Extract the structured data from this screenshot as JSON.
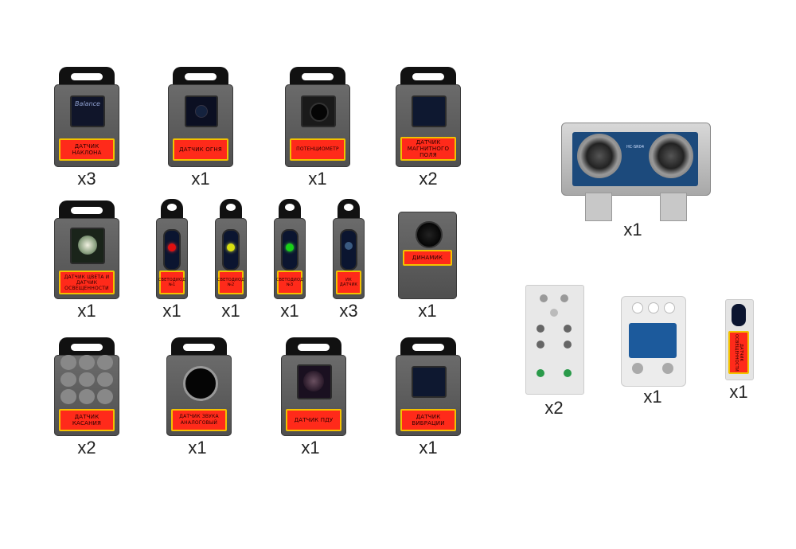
{
  "items": [
    {
      "id": "tilt",
      "label": "Датчик наклона",
      "qty": "x3",
      "window_text": "Balance"
    },
    {
      "id": "fire",
      "label": "Датчик огня",
      "qty": "x1"
    },
    {
      "id": "pot",
      "label": "Потенциометр",
      "qty": "x1"
    },
    {
      "id": "mag",
      "label": "Датчик магнитного поля",
      "qty": "x2"
    },
    {
      "id": "color",
      "label": "Датчик цвета и датчик освещенности",
      "qty": "x1"
    },
    {
      "id": "led1",
      "label": "Светодиод №1",
      "qty": "x1",
      "led_color": "#e01010"
    },
    {
      "id": "led2",
      "label": "Светодиод №2",
      "qty": "x1",
      "led_color": "#d8e010"
    },
    {
      "id": "led3",
      "label": "Светодиод №3",
      "qty": "x1",
      "led_color": "#18d018"
    },
    {
      "id": "ir",
      "label": "ИК датчик",
      "qty": "x3"
    },
    {
      "id": "speaker",
      "label": "Динамик",
      "qty": "x1"
    },
    {
      "id": "touch",
      "label": "Датчик касания",
      "qty": "x2"
    },
    {
      "id": "sound",
      "label": "Датчик звука аналоговый",
      "qty": "x1"
    },
    {
      "id": "ir2",
      "label": "Датчик ПДУ",
      "qty": "x1"
    },
    {
      "id": "vib",
      "label": "Датчик вибрации",
      "qty": "x1"
    },
    {
      "id": "ultra",
      "label": "",
      "qty": "x1",
      "board_text": "HC-SR04"
    },
    {
      "id": "plate",
      "label": "",
      "qty": "x2"
    },
    {
      "id": "pir",
      "label": "",
      "qty": "x1"
    },
    {
      "id": "light",
      "label": "Датчик освещенности",
      "qty": "x1"
    }
  ],
  "colors": {
    "label_red": "#ff2a1a",
    "label_border": "#f2c200",
    "module_gray": "#5d5d5d",
    "handle": "#111111"
  }
}
